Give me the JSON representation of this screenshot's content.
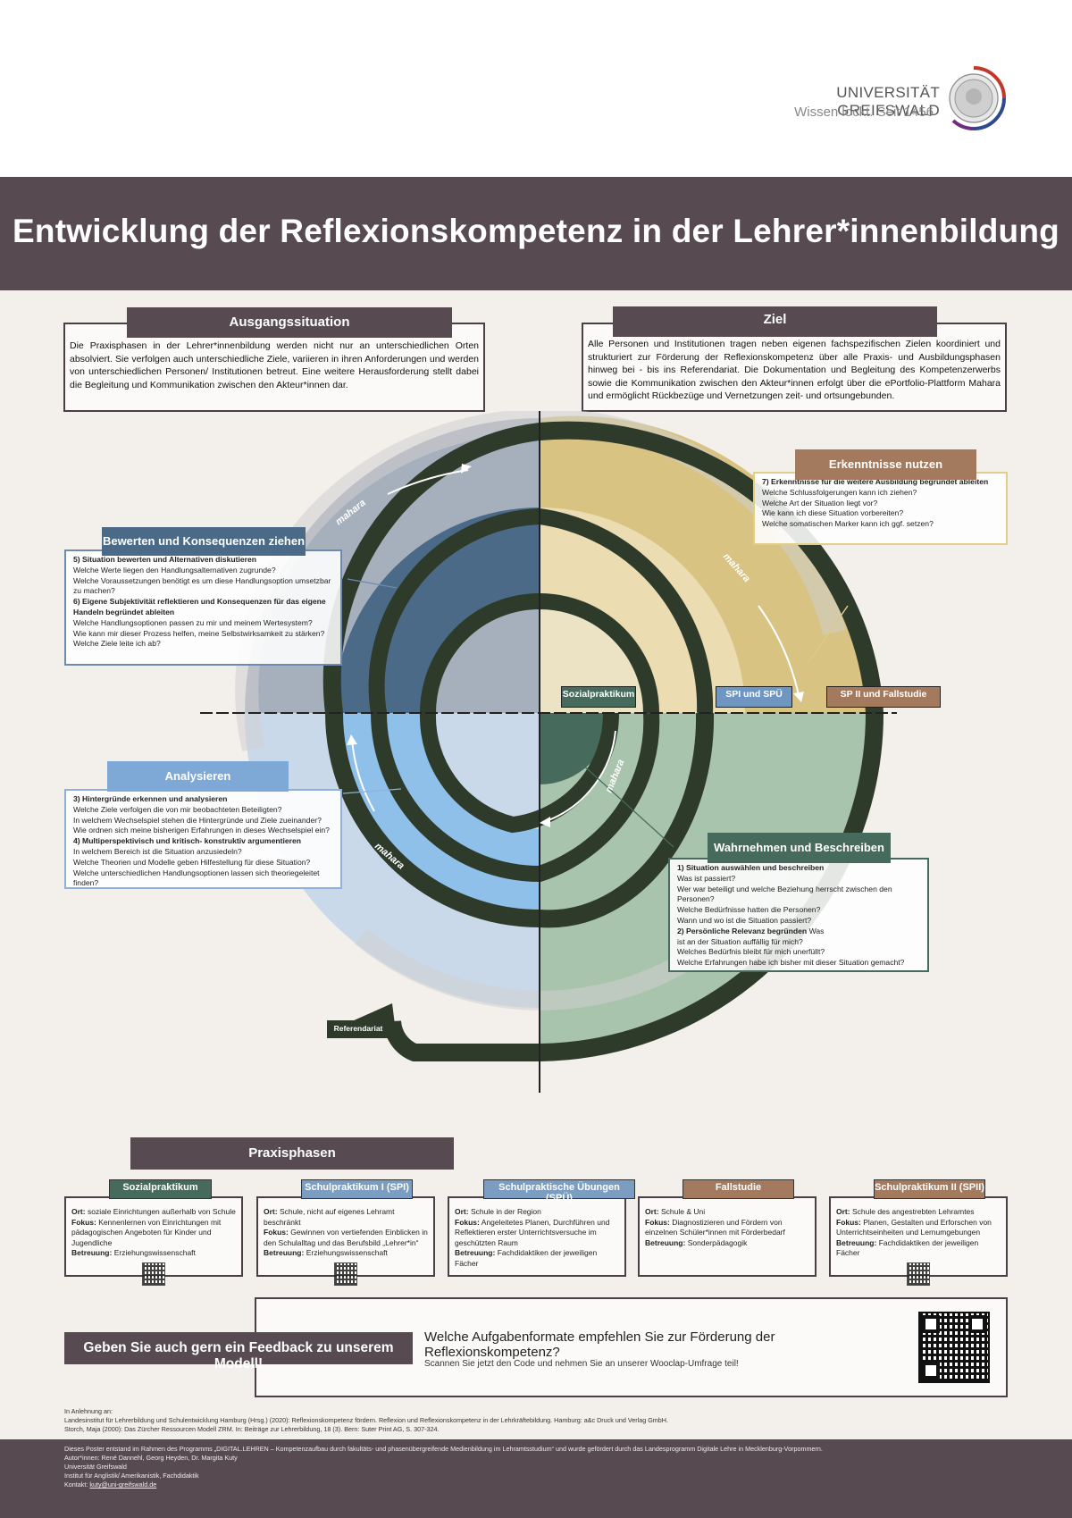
{
  "header": {
    "university": "UNIVERSITÄT GREIFSWALD",
    "tagline": "Wissen lockt. Seit 1456",
    "title": "Entwicklung der Reflexionskompetenz in der Lehrer*innenbildung"
  },
  "ausgangssituation": {
    "heading": "Ausgangssituation",
    "text": "Die Praxisphasen in der Lehrer*innenbildung werden nicht nur an unterschiedlichen Orten absolviert. Sie verfolgen auch unterschiedliche Ziele, variieren in ihren Anforderungen und werden von unterschiedlichen Personen/ Institutionen betreut. Eine weitere Herausforderung stellt dabei die Begleitung und Kommunikation zwischen den Akteur*innen dar."
  },
  "ziel": {
    "heading": "Ziel",
    "text": "Alle Personen und Institutionen tragen neben eigenen fachspezifischen Zielen koordiniert und strukturiert zur Förderung der Reflexionskompetenz über alle Praxis- und Ausbildungsphasen hinweg bei - bis ins Referendariat. Die Dokumentation und Begleitung des Kompetenzerwerbs sowie die Kommunikation zwischen den Akteur*innen erfolgt über die ePortfolio-Plattform Mahara und ermöglicht Rückbezüge und Vernetzungen zeit- und ortsungebunden."
  },
  "diagram": {
    "mahara": "mahara",
    "labels": {
      "sozialpraktikum": "Sozialpraktikum",
      "spi_spue": "SPI und SPÜ",
      "spii": "SP II und Fallstudie",
      "referendariat": "Referendariat"
    },
    "colors": {
      "tl_outer": "#a6b0bc",
      "tl_mid": "#4a6a87",
      "tl_inner": "#a6b0bc",
      "tr_outer": "#d8c382",
      "tr_mid": "#ebdcb1",
      "tr_inner": "#ece3c5",
      "bl_outer": "#c9d9e9",
      "bl_mid": "#8fc0ea",
      "bl_inner": "#c9d9e9",
      "br_outer": "#a9c4ad",
      "br_mid": "#a9c4ad",
      "br_inner": "#466a5b",
      "spiral": "#2e3a2a"
    }
  },
  "erkenntnisse": {
    "heading": "Erkenntnisse nutzen",
    "items": [
      {
        "title": "7) Erkenntnisse für die weitere Ausbildung begründet ableiten",
        "bold": true
      },
      {
        "title": "Welche Schlussfolgerungen kann ich ziehen?"
      },
      {
        "title": "Welche Art der Situation liegt vor?"
      },
      {
        "title": "Wie kann ich diese Situation vorbereiten?"
      },
      {
        "title": "Welche somatischen Marker kann ich ggf. setzen?"
      }
    ]
  },
  "bewerten": {
    "heading": "Bewerten und Konsequenzen ziehen",
    "items": [
      {
        "title": "5) Situation bewerten und Alternativen diskutieren",
        "bold": true
      },
      {
        "title": "Welche Werte liegen den Handlungsalternativen zugrunde?"
      },
      {
        "title": "Welche Voraussetzungen benötigt es um diese Handlungsoption umsetzbar zu machen?"
      },
      {
        "title": "6) Eigene Subjektivität reflektieren und Konsequenzen für das eigene Handeln begründet ableiten",
        "bold": true
      },
      {
        "title": "Welche Handlungsoptionen passen zu mir und meinem Wertesystem?"
      },
      {
        "title": "Wie kann mir dieser Prozess helfen, meine Selbstwirksamkeit zu stärken?"
      },
      {
        "title": "Welche Ziele leite ich ab?"
      }
    ]
  },
  "analysieren": {
    "heading": "Analysieren",
    "items": [
      {
        "title": "3) Hintergründe erkennen und analysieren",
        "bold": true
      },
      {
        "title": "Welche Ziele verfolgen die von mir beobachteten Beteiligten?"
      },
      {
        "title": "In welchem Wechselspiel stehen die Hintergründe und Ziele zueinander?"
      },
      {
        "title": "Wie ordnen sich meine bisherigen Erfahrungen in dieses Wechselspiel ein?"
      },
      {
        "title": "4) Multiperspektivisch und kritisch- konstruktiv argumentieren",
        "bold": true
      },
      {
        "title": "In welchem Bereich ist die Situation anzusiedeln?"
      },
      {
        "title": "Welche Theorien und Modelle geben Hilfestellung für diese Situation?"
      },
      {
        "title": "Welche unterschiedlichen Handlungsoptionen lassen sich theoriegeleitet finden?"
      }
    ]
  },
  "wahrnehmen": {
    "heading": "Wahrnehmen und Beschreiben",
    "items": [
      {
        "title": "1) Situation auswählen und beschreiben",
        "bold": true
      },
      {
        "title": "Was ist passiert?"
      },
      {
        "title": "Wer war beteiligt und welche Beziehung herrscht zwischen den Personen?"
      },
      {
        "title": "Welche Bedürfnisse hatten die Personen?"
      },
      {
        "title": "Wann und wo ist die Situation passiert?"
      },
      {
        "title": "2) Persönliche Relevanz begründen",
        "bold": true,
        "rest": " Was"
      },
      {
        "title": "ist an der Situation auffällig für mich?"
      },
      {
        "title": "Welches Bedürfnis bleibt für mich unerfüllt?"
      },
      {
        "title": "Welche Erfahrungen habe ich bisher mit dieser Situation gemacht?"
      }
    ]
  },
  "praxisphasen": {
    "heading": "Praxisphasen",
    "phases": [
      {
        "name": "Sozialpraktikum",
        "color": "#466a5b",
        "ort": "soziale Einrichtungen außerhalb von Schule",
        "fokus": "Kennenlernen von Einrichtungen mit pädagogischen Angeboten für Kinder und Jugendliche",
        "betreuung": "Erziehungswissenschaft",
        "qr": true
      },
      {
        "name": "Schulpraktikum I (SPI)",
        "color": "#7b9dc2",
        "ort": "Schule, nicht auf eigenes Lehramt beschränkt",
        "fokus": "Gewinnen von vertiefenden Einblicken in den Schulalltag und das Berufsbild „Lehrer*in“",
        "betreuung": "Erziehungswissenschaft",
        "qr": true
      },
      {
        "name": "Schulpraktische Übungen (SPÜ)",
        "color": "#7b9dc2",
        "ort": "Schule in der Region",
        "fokus": "Angeleitetes Planen, Durchführen und Reflektieren erster Unterrichtsversuche im geschützten Raum",
        "betreuung": "Fachdidaktiken der jeweiligen Fächer",
        "qr": false
      },
      {
        "name": "Fallstudie",
        "color": "#a47a5e",
        "ort": "Schule & Uni",
        "fokus": "Diagnostizieren und Fördern von einzelnen Schüler*innen mit Förderbedarf",
        "betreuung": "Sonderpädagogik",
        "qr": false
      },
      {
        "name": "Schulpraktikum II (SPII)",
        "color": "#a47a5e",
        "ort": "Schule des angestrebten Lehramtes",
        "fokus": "Planen, Gestalten und Erforschen von Unterrichtseinheiten und Lernumgebungen",
        "betreuung": "Fachdidaktiken der jeweiligen Fächer",
        "qr": true
      }
    ],
    "labels": {
      "ort": "Ort:",
      "fokus": "Fokus:",
      "betreuung": "Betreuung:"
    }
  },
  "feedback": {
    "button": "Geben Sie auch gern ein Feedback zu unserem Modell!",
    "question": "Welche Aufgabenformate empfehlen Sie zur Förderung der Reflexionskompetenz?",
    "sub": "Scannen Sie jetzt den Code und nehmen Sie an unserer Wooclap-Umfrage teil!"
  },
  "references": {
    "line1": "In Anlehnung an:",
    "line2": "Landesinstitut für Lehrerbildung und Schulentwicklung Hamburg (Hrsg.) (2020): Reflexionskompetenz fördern. Reflexion und Reflexionskompetenz in der Lehrkräftebildung. Hamburg: a&c Druck und Verlag GmbH.",
    "line3": "Storch, Maja (2000): Das Zürcher Ressourcen Modell ZRM. In: Beiträge zur Lehrerbildung, 18 (3). Bern: Suter Print AG, S. 307-324."
  },
  "footer": {
    "line1": "Dieses Poster entstand im Rahmen des Programms „DIGITAL.LEHREN – Kompetenzaufbau durch fakultäts- und phasenübergreifende Medienbildung im Lehramtsstudium“ und wurde gefördert durch das Landesprogramm Digitale Lehre in Mecklenburg-Vorpommern.",
    "line2": "Autor*innen: René Dannehl, Georg Heyden, Dr. Margita Kuty",
    "line3": "Universität Greifswald",
    "line4": "Institut für Anglistik/ Amerikanistik, Fachdidaktik",
    "line5_label": "Kontakt: ",
    "line5_mail": "kuty@uni-greifswald.de"
  }
}
